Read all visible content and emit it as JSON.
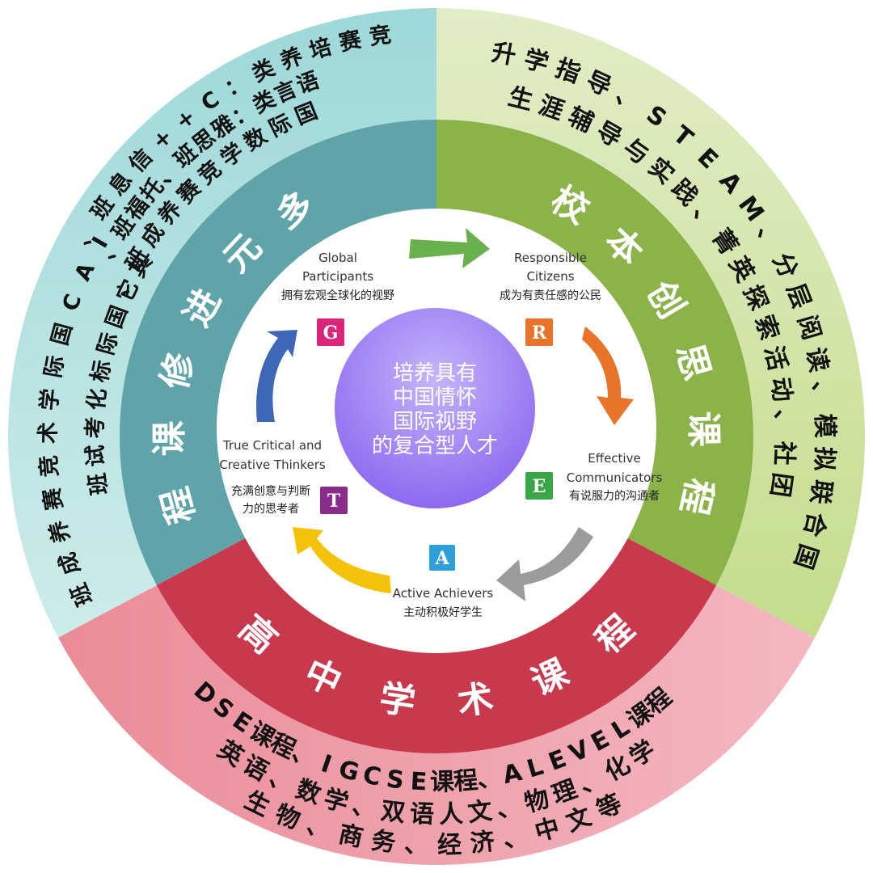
{
  "center": {
    "lines": [
      "培养具有",
      "中国情怀",
      "国际视野",
      "的复合型人才"
    ]
  },
  "rings": {
    "left": {
      "title": "多元进修课程",
      "lines": [
        "竞赛培养类：C++信息班、",
        "语言类：雅思班、托福班、",
        "国际数学竞赛养成班、",
        "其它国际标化考试班",
        "IAC国际学术竞赛养成班"
      ]
    },
    "right": {
      "title": "校本创思课程",
      "lines": [
        "升学指导、STEAM、分层阅读、模拟联合国",
        "生涯辅导与实践、菁英探索活动、社团"
      ]
    },
    "bottom": {
      "title": "高中学术课程",
      "lines": [
        "DSE课程、IGCSE课程、ALEVEL课程",
        "英语、数学、双语人文、物理、化学",
        "生物、商务、经济、中文等"
      ]
    }
  },
  "values": [
    {
      "letter": "G",
      "en": [
        "Global",
        "Participants"
      ],
      "zh": "拥有宏观全球化的视野",
      "color": "#d9257a"
    },
    {
      "letter": "R",
      "en": [
        "Responsible",
        "Citizens"
      ],
      "zh": "成为有责任感的公民",
      "color": "#e8742a"
    },
    {
      "letter": "E",
      "en": [
        "Effective",
        "Communicators"
      ],
      "zh": "有说服力的沟通者",
      "color": "#3aa64a"
    },
    {
      "letter": "A",
      "en": [
        "Active Achievers"
      ],
      "zh": "主动积极好学生",
      "color": "#2e9fd8"
    },
    {
      "letter": "T",
      "en": [
        "True Critical and",
        "Creative Thinkers"
      ],
      "zh": "充满创意与判断力的思考者",
      "color": "#8a2d8a"
    }
  ],
  "colors": {
    "outer_left": "#a8dede",
    "outer_right": "#cfe3a3",
    "outer_bottom": "#ef9faa",
    "ring_left": "#5fa4a8",
    "ring_right": "#8cb24a",
    "ring_bottom": "#c8394e",
    "center": "#9b7ef0",
    "arrow_green": "#6ab04c",
    "arrow_orange": "#e8742a",
    "arrow_gray": "#9b9b9b",
    "arrow_yellow": "#f5c20b",
    "arrow_blue": "#3f67b8"
  }
}
